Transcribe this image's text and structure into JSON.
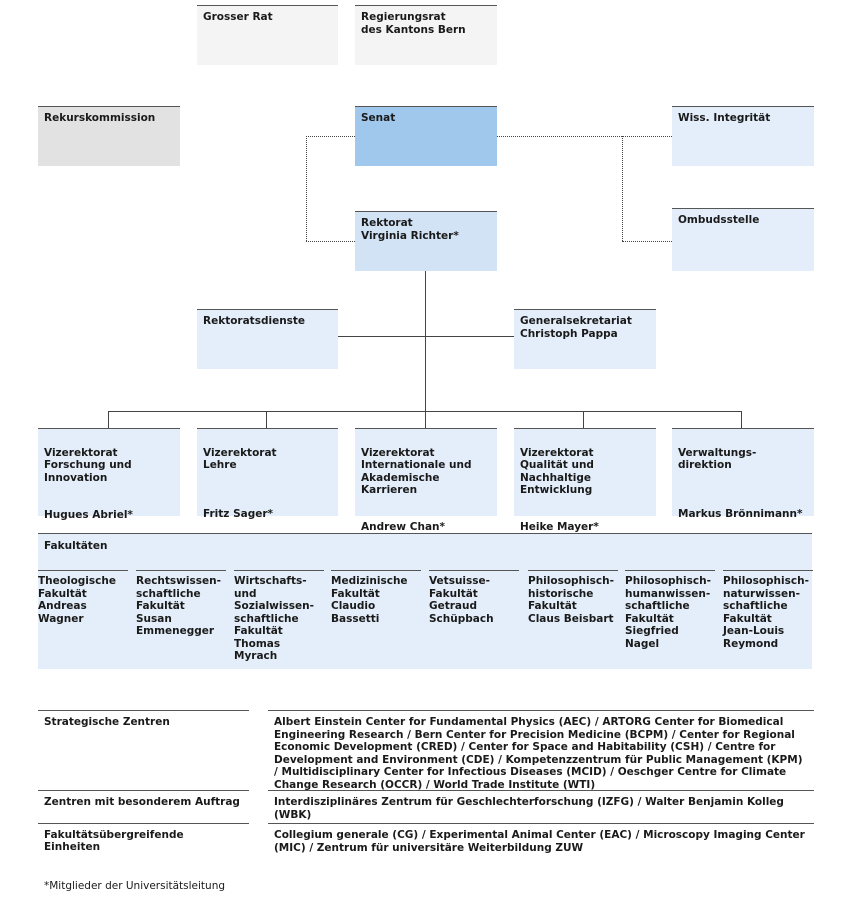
{
  "top": {
    "grosser_rat": "Grosser Rat",
    "regierungsrat": "Regierungsrat\ndes Kantons Bern"
  },
  "governance": {
    "rekurskommission": "Rekurskommission",
    "senat": "Senat",
    "wiss_integritaet": "Wiss. Integrität",
    "rektorat": "Rektorat\nVirginia Richter*",
    "ombudsstelle": "Ombudsstelle",
    "rektoratsdienste": "Rektoratsdienste",
    "generalsekretariat": "Generalsekretariat\nChristoph Pappa"
  },
  "vizerektorate": [
    {
      "title": "Vizerektorat\nForschung und\nInnovation",
      "person": "Hugues Abriel*"
    },
    {
      "title": "Vizerektorat\nLehre",
      "person": "Fritz Sager*"
    },
    {
      "title": "Vizerektorat\nInternationale und\nAkademische Karrieren",
      "person": "Andrew Chan*"
    },
    {
      "title": "Vizerektorat\nQualität und Nachhaltige\nEntwicklung",
      "person": "Heike Mayer*"
    },
    {
      "title": "Verwaltungs-\ndirektion",
      "person": "Markus Brönnimann*"
    }
  ],
  "fakultaeten": {
    "title": "Fakultäten",
    "items": [
      "Theologische\nFakultät\nAndreas\nWagner",
      "Rechtswissen-\nschaftliche\nFakultät\nSusan\nEmmenegger",
      "Wirtschafts-\nund\nSozialwissen-\nschaftliche\nFakultät\nThomas\nMyrach",
      "Medizinische\nFakultät\nClaudio\nBassetti",
      "Vetsuisse-\nFakultät\nGetraud\nSchüpbach",
      "Philosophisch-\nhistorische\nFakultät\nClaus Beisbart",
      "Philosophisch-\nhumanwissen-\nschaftliche\nFakultät\nSiegfried\nNagel",
      "Philosophisch-\nnaturwissen-\nschaftliche\nFakultät\nJean-Louis\nReymond"
    ]
  },
  "zentren": [
    {
      "label": "Strategische Zentren",
      "text": "Albert Einstein Center for Fundamental Physics (AEC) / ARTORG Center for Biomedical Engineering Research / Bern Center for Precision Medicine (BCPM) / Center for Regional Economic Development (CRED) / Center for Space and Habitability (CSH) / Centre for Development and Environment (CDE) / Kompetenzzentrum für Public Management (KPM) / Multidisciplinary Center for Infectious Diseases (MCID) / Oeschger Centre for Climate Change Research (OCCR) / World Trade Institute (WTI)"
    },
    {
      "label": "Zentren mit besonderem Auftrag",
      "text": "Interdisziplinäres Zentrum für Geschlechterforschung (IZFG) / Walter Benjamin Kolleg (WBK)"
    },
    {
      "label": "Fakultätsübergreifende Einheiten",
      "text": "Collegium generale (CG) / Experimental Animal Center (EAC) / Microscopy Imaging Center (MIC) / Zentrum für universitäre Weiterbildung ZUW"
    }
  ],
  "footnote": "*Mitglieder der Universitätsleitung"
}
